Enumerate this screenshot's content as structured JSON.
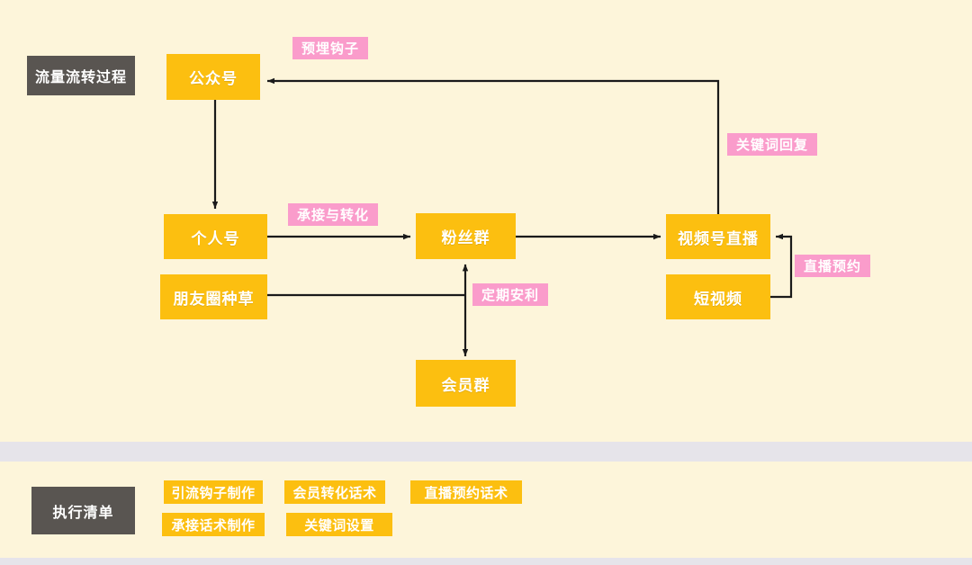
{
  "meta": {
    "background_color": "#FDF5DA",
    "node_color": "#FCBF10",
    "label_color": "#595551",
    "edge_label_color": "#FA9CCB",
    "divider_color": "#E6E4EA",
    "node_text_color": "#FFFFFF"
  },
  "flow_section": {
    "title": "流量流转过程",
    "nodes": [
      {
        "id": "official_account",
        "label": "公众号"
      },
      {
        "id": "personal_account",
        "label": "个人号"
      },
      {
        "id": "moments_seeding",
        "label": "朋友圈种草"
      },
      {
        "id": "fan_group",
        "label": "粉丝群"
      },
      {
        "id": "member_group",
        "label": "会员群"
      },
      {
        "id": "channel_live",
        "label": "视频号直播"
      },
      {
        "id": "short_video",
        "label": "短视频"
      }
    ],
    "edge_labels": [
      {
        "id": "prebury_hook",
        "label": "预埋钩子"
      },
      {
        "id": "keyword_reply",
        "label": "关键词回复"
      },
      {
        "id": "undertake_convert",
        "label": "承接与转化"
      },
      {
        "id": "regular_promote",
        "label": "定期安利"
      },
      {
        "id": "live_booking",
        "label": "直播预约"
      }
    ],
    "edges": [
      {
        "from": "official_account",
        "to": "personal_account",
        "label": ""
      },
      {
        "from": "personal_account",
        "to": "fan_group",
        "label": "承接与转化"
      },
      {
        "from": "fan_group",
        "to": "channel_live",
        "label": ""
      },
      {
        "from": "channel_live",
        "to": "official_account",
        "label": "关键词回复"
      },
      {
        "from": "moments_seeding",
        "to": "fan_group",
        "label": "定期安利"
      },
      {
        "from": "fan_group",
        "to": "member_group",
        "label": "定期安利",
        "bidirectional": true
      },
      {
        "from": "short_video",
        "to": "channel_live",
        "label": "直播预约"
      }
    ]
  },
  "checklist_section": {
    "title": "执行清单",
    "items": [
      {
        "label": "引流钩子制作"
      },
      {
        "label": "会员转化话术"
      },
      {
        "label": "直播预约话术"
      },
      {
        "label": "承接话术制作"
      },
      {
        "label": "关键词设置"
      }
    ]
  }
}
